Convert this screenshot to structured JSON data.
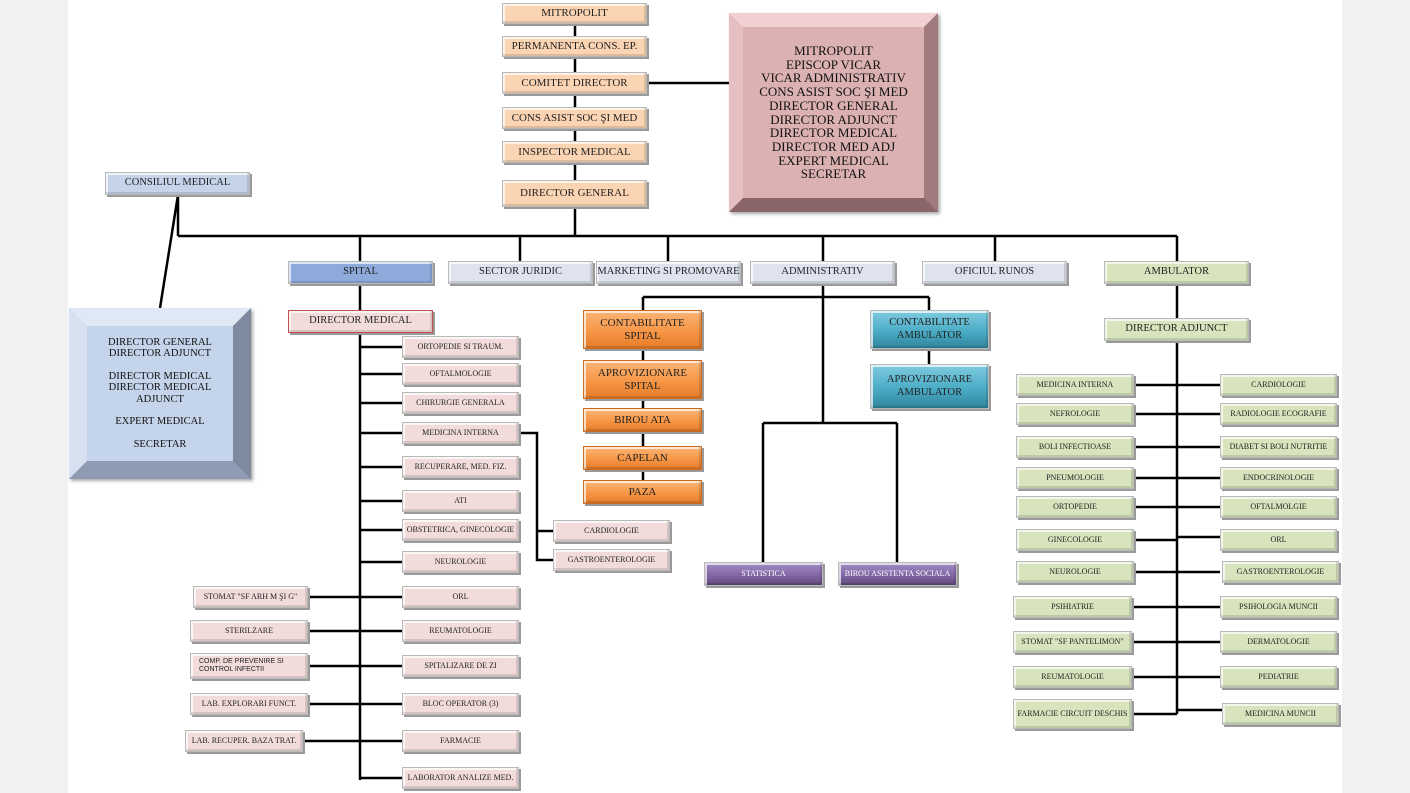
{
  "governance_chain": [
    "MITROPOLIT",
    "PERMANENTA CONS. EP.",
    "COMITET DIRECTOR",
    "CONS ASIST SOC ŞI MED",
    "INSPECTOR MEDICAL",
    "DIRECTOR  GENERAL"
  ],
  "comitet_director_members": [
    "MITROPOLIT",
    "EPISCOP VICAR",
    "VICAR ADMINISTRATIV",
    "CONS ASIST SOC ŞI MED",
    "DIRECTOR GENERAL",
    "DIRECTOR ADJUNCT",
    "DIRECTOR MEDICAL",
    "DIRECTOR MED ADJ",
    "EXPERT MEDICAL",
    "SECRETAR"
  ],
  "consiliul_medical": {
    "title": "CONSILIUL MEDICAL",
    "members": [
      "DIRECTOR GENERAL",
      "DIRECTOR ADJUNCT",
      "DIRECTOR MEDICAL",
      "DIRECTOR MEDICAL ADJUNCT",
      "EXPERT MEDICAL",
      "SECRETAR"
    ]
  },
  "departments": [
    "SPITAL",
    "SECTOR JURIDIC",
    "MARKETING SI PROMOVARE",
    "ADMINISTRATIV",
    "OFICIUL RUNOS",
    "AMBULATOR"
  ],
  "spital": {
    "director": "DIRECTOR MEDICAL",
    "sections": [
      "ORTOPEDIE SI TRAUM.",
      "OFTALMOLOGIE",
      "CHIRURGIE GENERALA",
      "MEDICINA INTERNA",
      "RECUPERARE, MED. FIZ.",
      "ATI",
      "OBSTETRICA, GINECOLOGIE",
      "NEUROLOGIE",
      "ORL",
      "REUMATOLOGIE",
      "SPITALIZARE DE ZI",
      "BLOC OPERATOR (3)",
      "FARMACIE",
      "LABORATOR ANALIZE MED."
    ],
    "medicina_interna_sub": [
      "CARDIOLOGIE",
      "GASTROENTEROLOGIE"
    ],
    "support": [
      "STOMAT \"SF ARH M ŞI G\"",
      "STERILZARE",
      "COMP. DE PREVENIRE SI CONTROL INFECTII",
      "LAB. EXPLORARI FUNCT.",
      "LAB. RECUPER. BAZA TRAT."
    ]
  },
  "administrativ": {
    "spital_units": [
      "CONTABILITATE SPITAL",
      "APROVIZIONARE SPITAL",
      "BIROU ATA",
      "CAPELAN",
      "PAZA"
    ],
    "ambulator_units": [
      "CONTABILITATE AMBULATOR",
      "APROVIZIONARE AMBULATOR"
    ],
    "other_units": [
      "STATISTICA",
      "BIROU ASISTENTA SOCIALA"
    ]
  },
  "ambulator": {
    "director": "DIRECTOR ADJUNCT",
    "left": [
      "MEDICINA INTERNA",
      "NEFROLOGIE",
      "BOLI INFECTIOASE",
      "PNEUMOLOGIE",
      "ORTOPEDIE",
      "GINECOLOGIE",
      "NEUROLOGIE",
      "PSIHIATRIE",
      "STOMAT \"SF PANTELIMON\"",
      "REUMATOLOGIE",
      "FARMACIE CIRCUIT DESCHIS"
    ],
    "right": [
      "CARDIOLOGIE",
      "RADIOLOGIE ECOGRAFIE",
      "DIABET SI BOLI NUTRITIE",
      "ENDOCRINOLOGIE",
      "OFTALMOLGIE",
      "ORL",
      "GASTROENTEROLOGIE",
      "PSIHOLOGIA MUNCII",
      "DERMATOLOGIE",
      "PEDIATRIE",
      "MEDICINA MUNCII"
    ]
  }
}
